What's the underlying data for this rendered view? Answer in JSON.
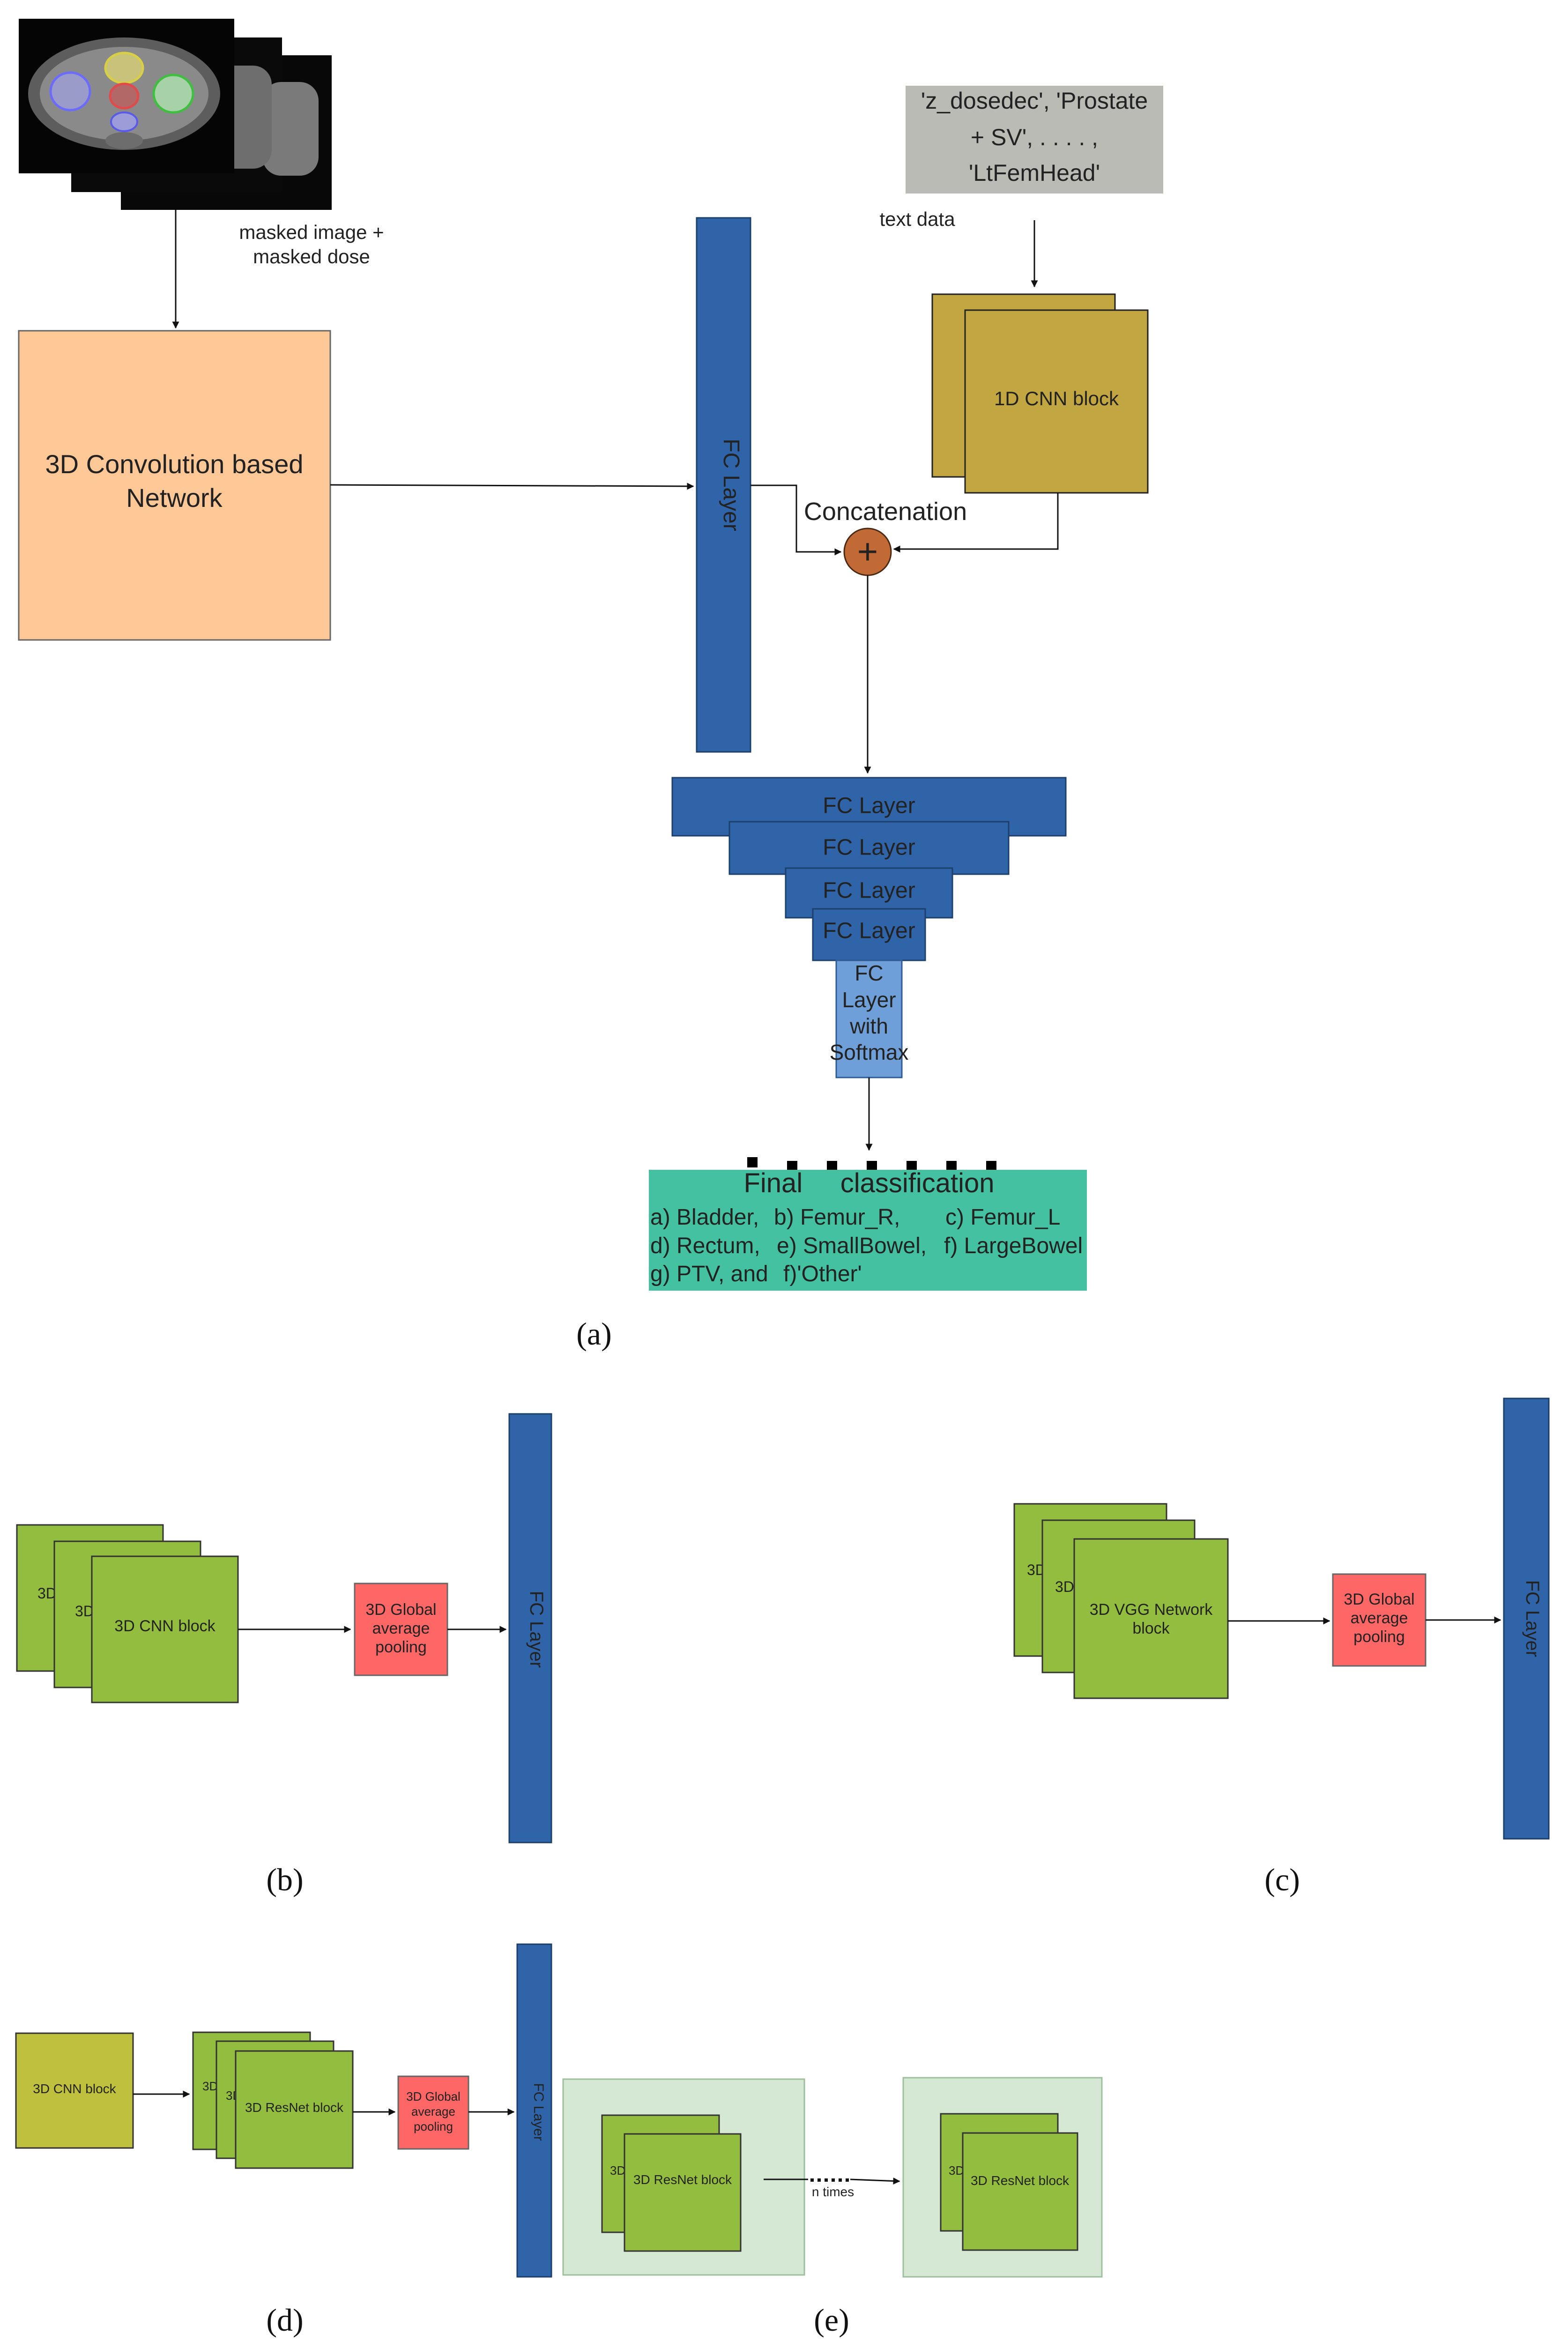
{
  "colors": {
    "fc_dark": "#2f65a8",
    "fc_light": "#6f9fd8",
    "network_orange": "#ffc896",
    "text_box_gray": "#b9bbb4",
    "cnn_olive": "#c2a641",
    "cnn_green": "#93bd3e",
    "cnn_yellow": "#c0c03f",
    "pooling_red": "#ff6666",
    "resnet_container": "#d5e8d4",
    "concat_node": "#c26a35",
    "classification_teal": "#43c1a0"
  },
  "panel_a": {
    "input_label_line1": "masked image +",
    "input_label_line2": "masked dose",
    "network_line1": "3D Convolution based",
    "network_line2": "Network",
    "fc_vertical": "FC Layer",
    "text_box_line1": "'z_dosedec', 'Prostate",
    "text_box_line2": "+ SV', . . . . ,",
    "text_box_line3": "'LtFemHead'",
    "text_data_label": "text data",
    "cnn1d_block": "1D CNN block",
    "concat_label": "Concatenation",
    "concat_symbol": "+",
    "fc_stack": [
      "FC Layer",
      "FC Layer",
      "FC Layer",
      "FC Layer"
    ],
    "softmax_lines": [
      "FC",
      "Layer",
      "with",
      "Softmax"
    ],
    "final_title": "Final     classification",
    "final_rows": [
      [
        "a) Bladder,",
        "b) Femur_R,",
        "c) Femur_L"
      ],
      [
        "d) Rectum,",
        "e) SmallBowel,",
        "f) LargeBowel"
      ],
      [
        "g) PTV, and",
        "f)'Other'",
        ""
      ]
    ],
    "caption": "(a)"
  },
  "panel_b": {
    "peek1": "3D",
    "peek2": "3D",
    "front_block": "3D CNN block",
    "pool_lines": [
      "3D Global",
      "average",
      "pooling"
    ],
    "fc": "FC Layer",
    "caption": "(b)"
  },
  "panel_c": {
    "peek1": "3D",
    "peek2": "3D",
    "front_block_line1": "3D VGG Network",
    "front_block_line2": "block",
    "pool_lines": [
      "3D Global",
      "average",
      "pooling"
    ],
    "fc": "FC Layer",
    "caption": "(c)"
  },
  "panel_d": {
    "cnn_block": "3D CNN block",
    "peek1": "3D",
    "peek2": "3D",
    "resnet_block": "3D ResNet block",
    "pool_lines": [
      "3D Global",
      "average",
      "pooling"
    ],
    "fc": "FC Layer",
    "caption": "(d)"
  },
  "panel_e": {
    "peek_left": "3D",
    "block_left": "3D ResNet block",
    "repeat_label": "n times",
    "peek_right": "3D",
    "block_right": "3D ResNet block",
    "caption": "(e)"
  }
}
